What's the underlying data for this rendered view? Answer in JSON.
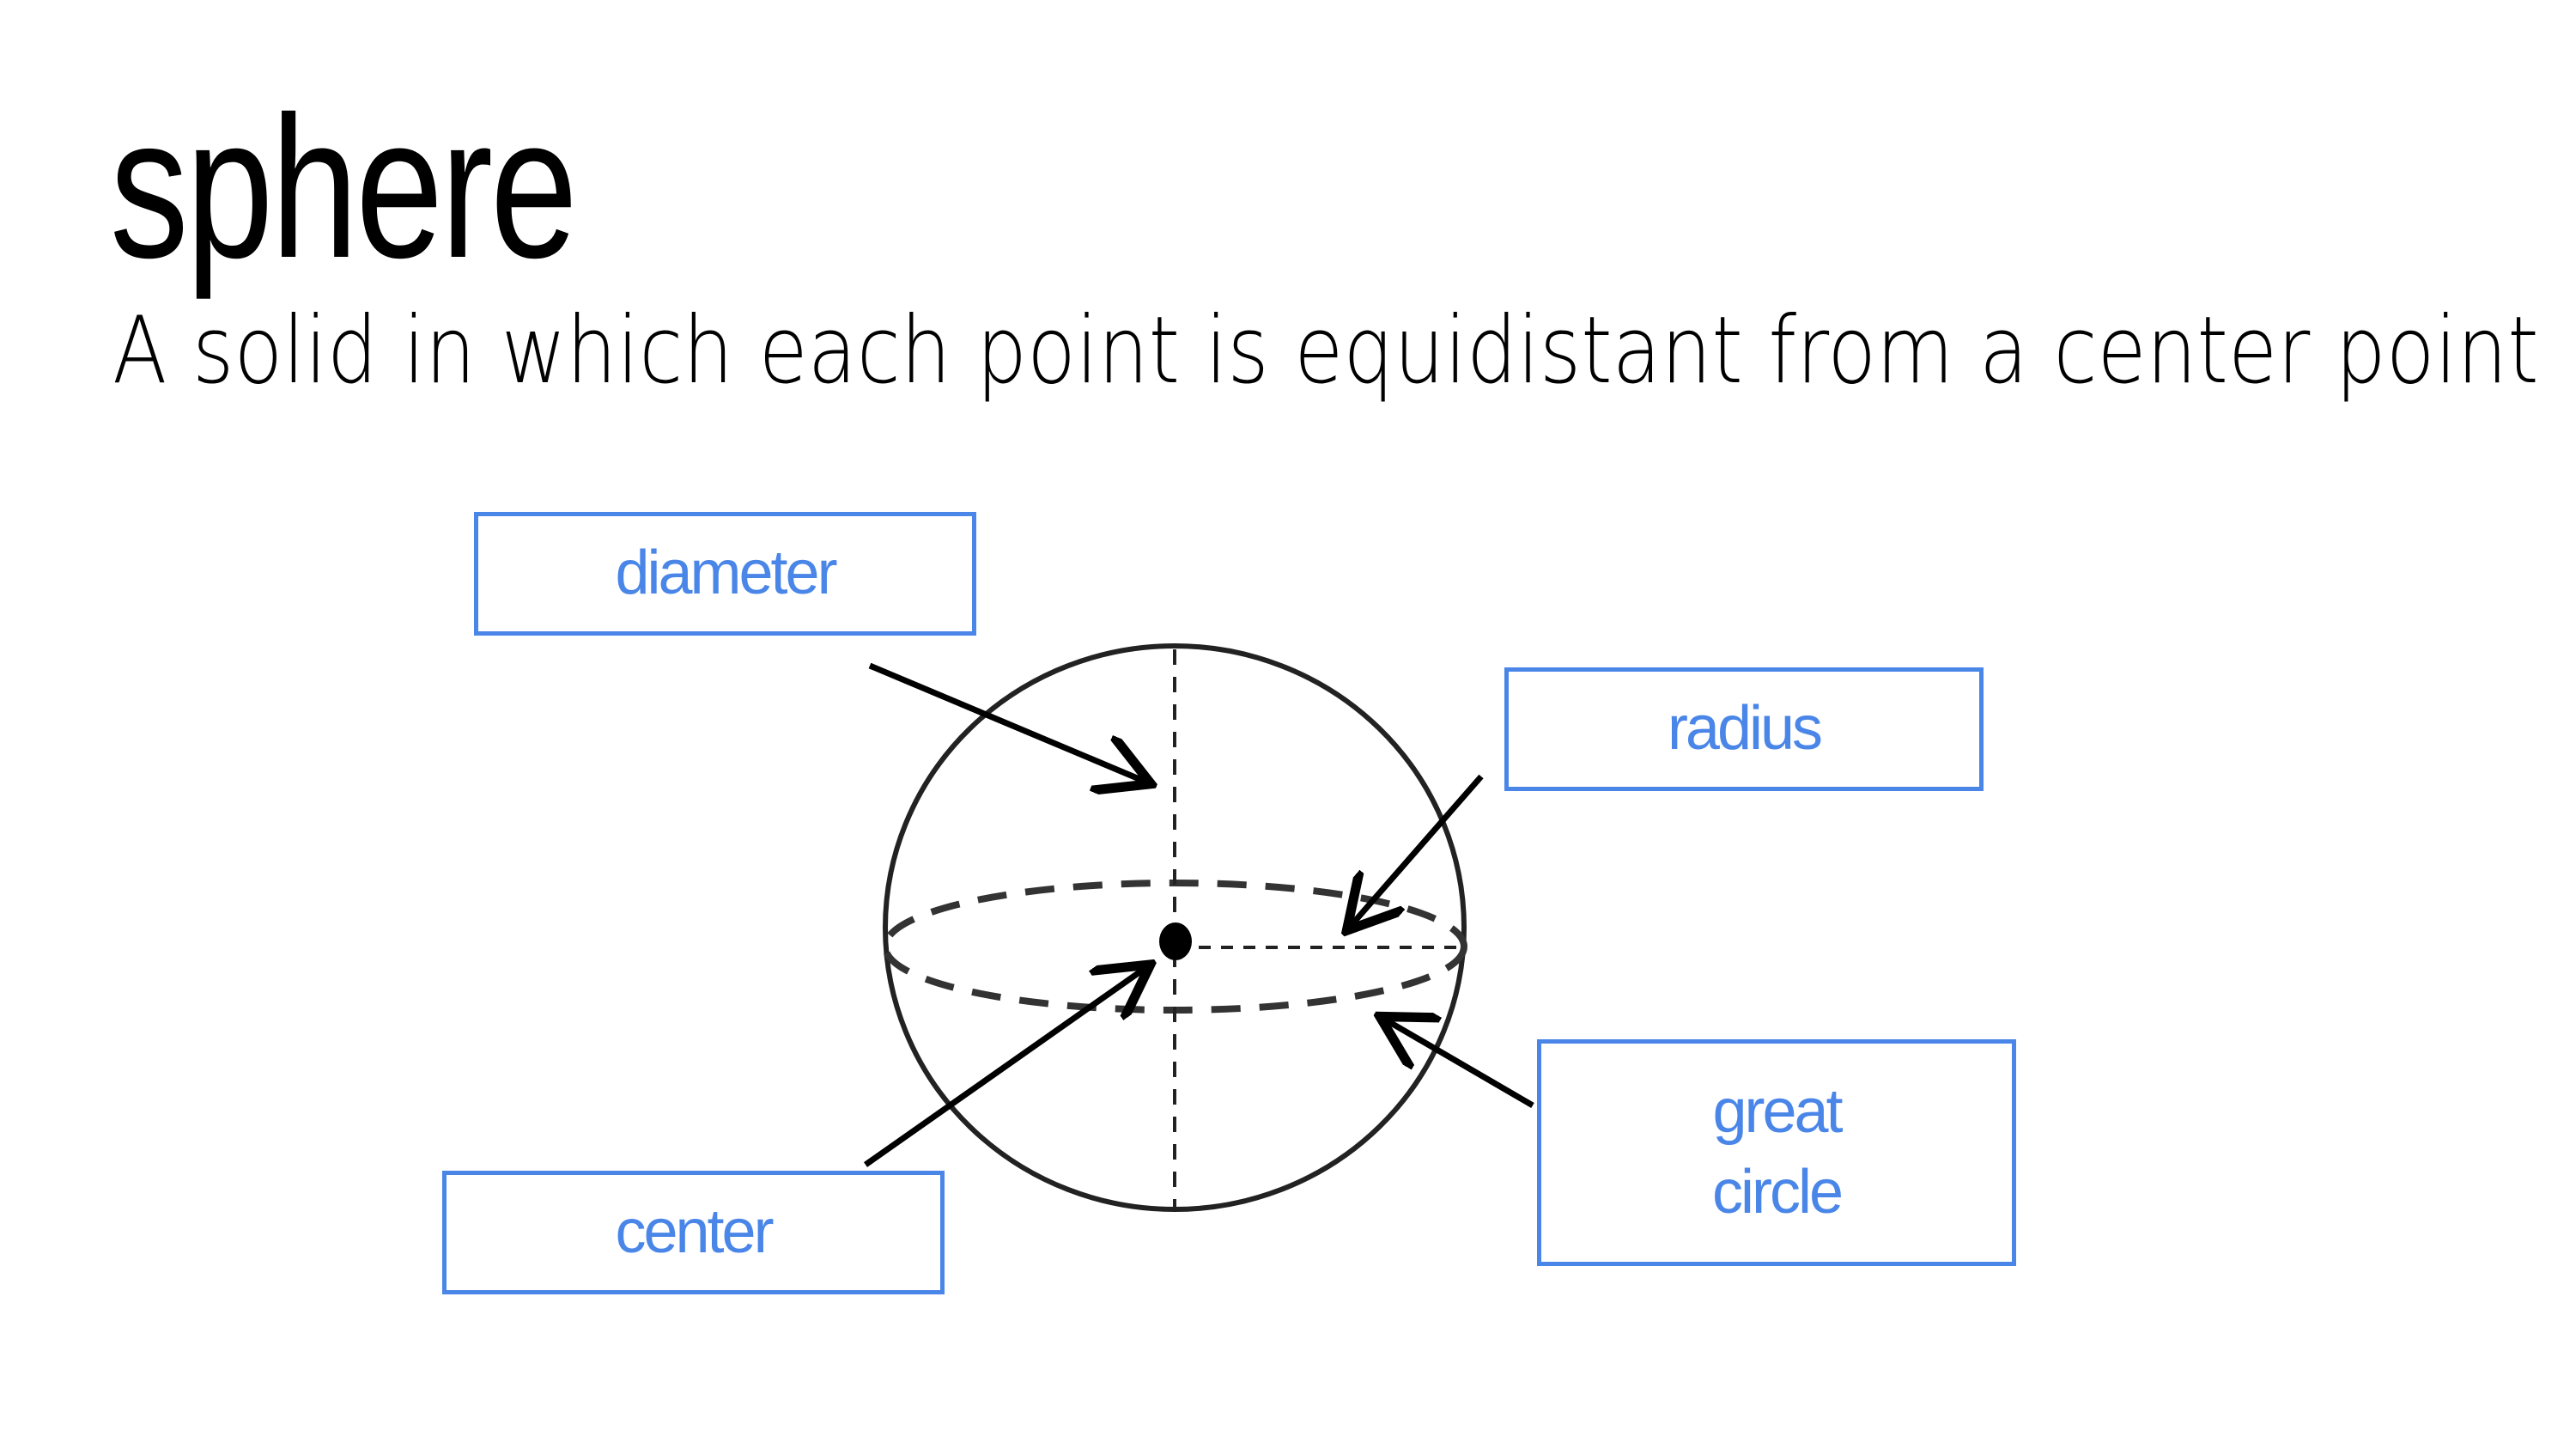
{
  "title": "sphere",
  "subtitle": "A solid in which each point is equidistant from a center point",
  "labels": {
    "diameter": "diameter",
    "radius": "radius",
    "center": "center",
    "great_circle_line1": "great",
    "great_circle_line2": "circle"
  },
  "colors": {
    "label": "#4a86e8",
    "ink": "#000000"
  }
}
